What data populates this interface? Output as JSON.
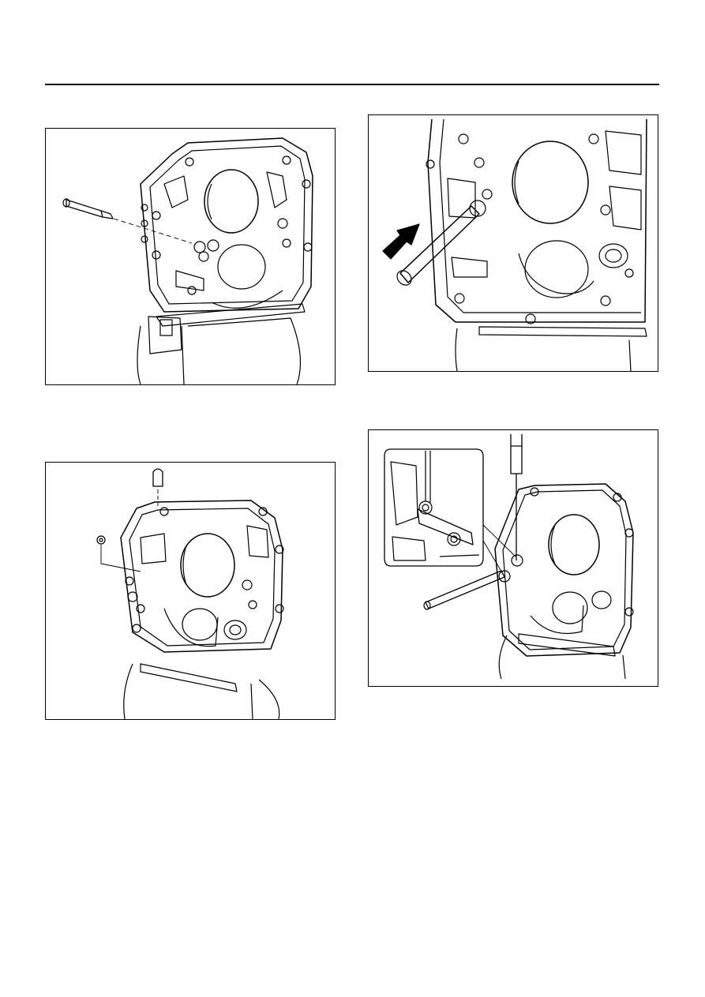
{
  "page": {
    "figures": [
      {
        "id": "fig1",
        "subject": "pin-insertion"
      },
      {
        "id": "fig2",
        "subject": "shaft-push"
      },
      {
        "id": "fig3",
        "subject": "plug-and-ball"
      },
      {
        "id": "fig4",
        "subject": "snap-ring-removal"
      }
    ]
  }
}
